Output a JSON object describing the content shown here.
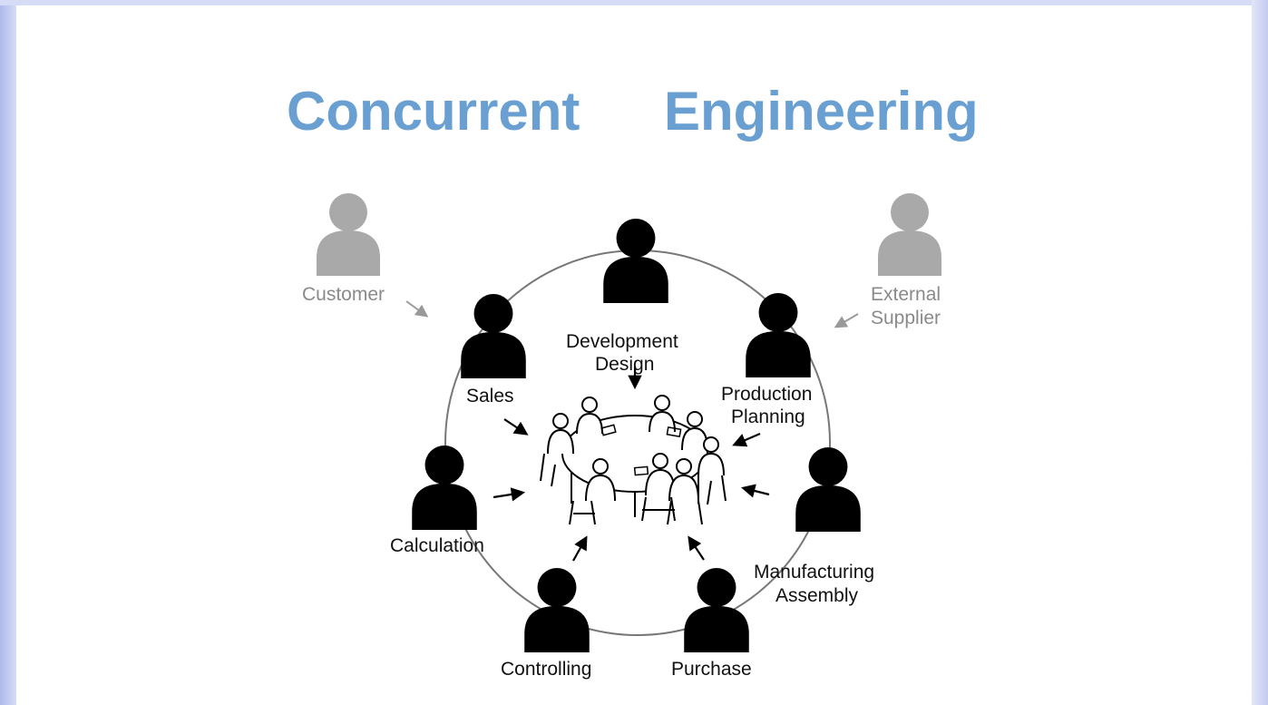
{
  "title": {
    "word1": "Concurrent",
    "word2": "Engineering"
  },
  "external": {
    "customer": "Customer",
    "supplier_line1": "External",
    "supplier_line2": "Supplier"
  },
  "roles": {
    "development_line1": "Development",
    "development_line2": "Design",
    "sales": "Sales",
    "production_line1": "Production",
    "production_line2": "Planning",
    "calculation": "Calculation",
    "manufacturing_line1": "Manufacturing",
    "manufacturing_line2": "Assembly",
    "controlling": "Controlling",
    "purchase": "Purchase"
  },
  "colors": {
    "title": "#6a9fd1",
    "role_icon": "#000000",
    "external_icon": "#a9a9a9",
    "ring": "#777777"
  },
  "icons": [
    "person-icon",
    "meeting-table-illustration",
    "arrow-icon"
  ]
}
